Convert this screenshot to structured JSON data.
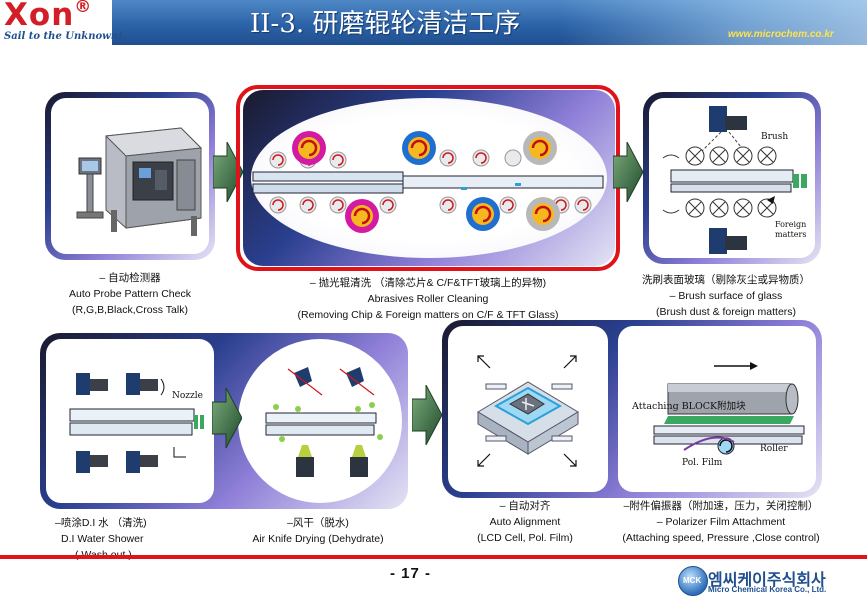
{
  "header": {
    "logo_text": "Xon",
    "logo_mark": "®",
    "logo_tagline": "Sail to the Unknown!",
    "title": "II-3. 研磨辊轮清洁工序",
    "url": "www.microchem.co.kr"
  },
  "steps": {
    "auto_probe": {
      "line1": "– 自动检测器",
      "line2": "Auto Probe Pattern Check",
      "line3": "(R,G,B,Black,Cross Talk)"
    },
    "abrasive": {
      "line1": "– 抛光辊清洗 （清除芯片& C/F&TFT玻璃上的异物)",
      "line2": "Abrasives Roller Cleaning",
      "line3": "(Removing Chip & Foreign matters on C/F & TFT Glass)"
    },
    "brush": {
      "line1": "洗刷表面玻璃（剔除灰尘或异物质）",
      "line2": "– Brush surface of glass",
      "line3": "(Brush dust & foreign matters)",
      "label_brush": "Brush",
      "label_foreign": "Foreign matters"
    },
    "water_shower": {
      "line1": "–喷涂D.I 水 （清洗)",
      "line2": "D.I Water Shower",
      "line3": "( Wash out )",
      "label_nozzle": "Nozzle"
    },
    "air_knife": {
      "line1": "–风干（脱水)",
      "line2": "Air Knife Drying (Dehydrate)"
    },
    "alignment": {
      "line1": "– 自动对齐",
      "line2": "Auto Alignment",
      "line3": "(LCD Cell, Pol. Film)"
    },
    "polarizer": {
      "line1": "–附件偏振器（附加速，压力，关闭控制）",
      "line2": "– Polarizer Film Attachment",
      "line3": "(Attaching speed, Pressure ,Close control)",
      "label_block": "Attaching BLOCK附加块",
      "label_roller": "Roller",
      "label_film": "Pol. Film"
    }
  },
  "footer": {
    "page": "- 17 -",
    "mck": "MCK",
    "company_kr": "엠씨케이주식회사",
    "company_en": "Micro Chemical Korea Co., Ltd."
  },
  "colors": {
    "header_blue": "#2c63a8",
    "accent_red": "#e0121a",
    "arrow_green": "#2f6b3a",
    "magenta_roller": "#d41aa3",
    "blue_roller": "#1f6fd1"
  }
}
